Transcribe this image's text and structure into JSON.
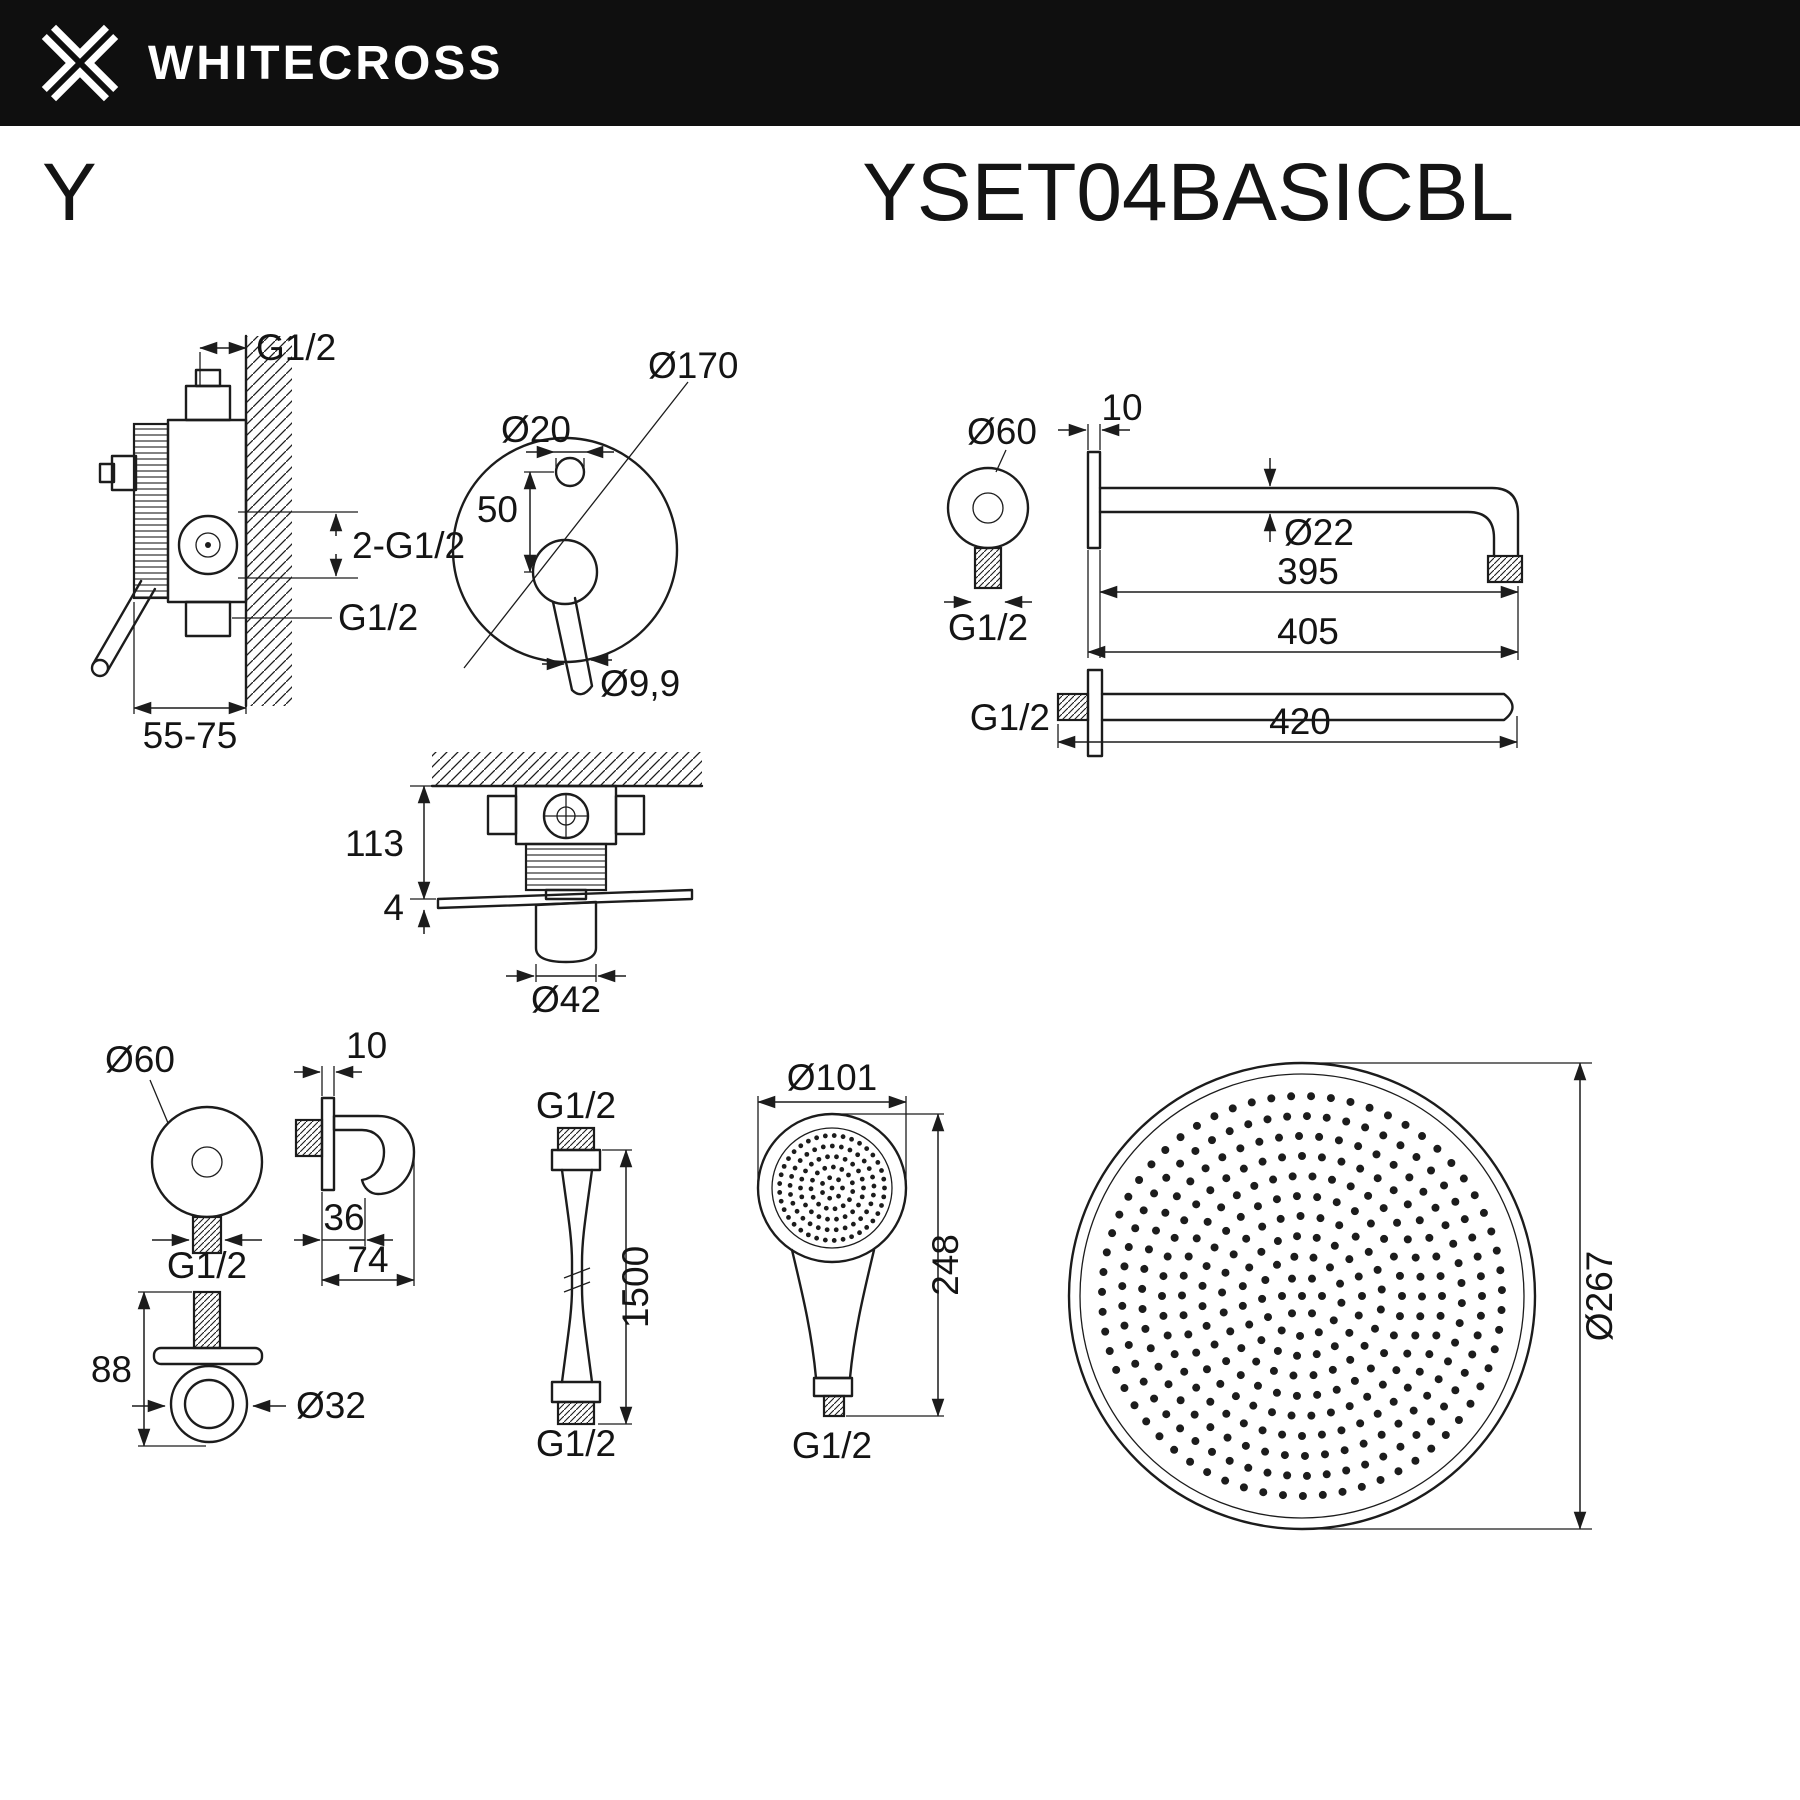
{
  "header": {
    "brand": "WHITECROSS",
    "series": "Y",
    "model": "YSET04BASICBL"
  },
  "figures": {
    "mixer_side": {
      "thread_top": "G1/2",
      "thread_mid": "2-G1/2",
      "thread_bottom": "G1/2",
      "depth_range": "55-75"
    },
    "mixer_front": {
      "plate_diameter": "Ø170",
      "diverter_diameter": "Ø20",
      "center_offset": "50",
      "lever_diameter": "Ø9,9"
    },
    "shower_arm": {
      "flange_diameter": "Ø60",
      "flange_thickness": "10",
      "tube_diameter": "Ø22",
      "length_tube": "395",
      "length_with_flange": "405",
      "thread_flange": "G1/2",
      "thread_arm": "G1/2",
      "length_total": "420"
    },
    "mixer_top": {
      "body_height": "113",
      "plate_thickness": "4",
      "handle_diameter": "Ø42"
    },
    "wall_outlet": {
      "flange_diameter": "Ø60",
      "thread": "G1/2",
      "plate_thickness": "10",
      "depth_hook": "36",
      "depth_total": "74",
      "height": "88",
      "hook_diameter": "Ø32"
    },
    "hose": {
      "thread_top": "G1/2",
      "length": "1500",
      "thread_bottom": "G1/2"
    },
    "hand_shower": {
      "head_diameter": "Ø101",
      "length": "248",
      "thread": "G1/2"
    },
    "rain_head": {
      "diameter": "Ø267"
    }
  }
}
